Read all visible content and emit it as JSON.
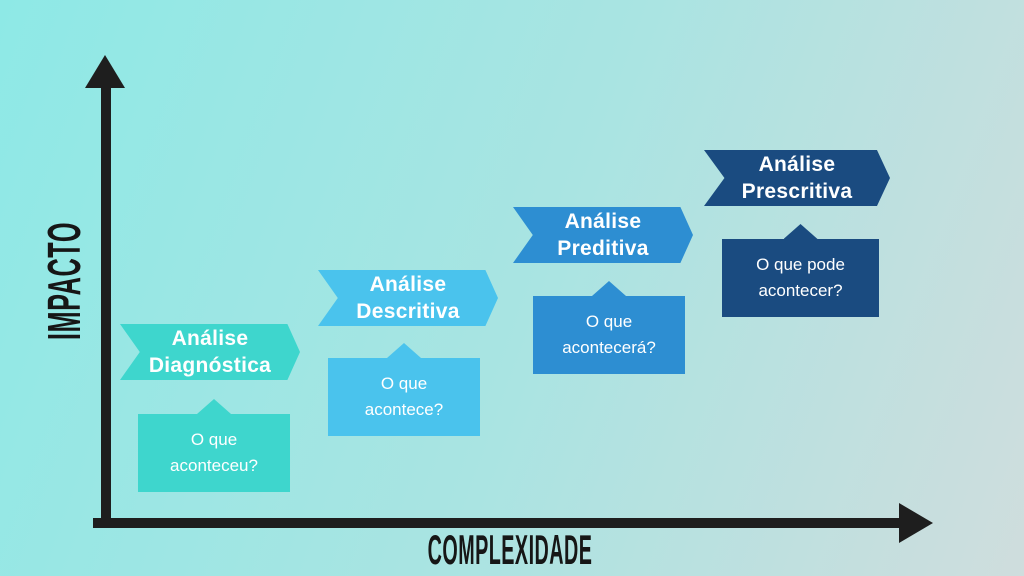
{
  "background": {
    "gradient_from": "#8ee9e6",
    "gradient_mid": "#a9e4e2",
    "gradient_to": "#cfdddd"
  },
  "axes": {
    "color": "#1e1e1e",
    "y_label": "IMPACTO",
    "x_label": "COMPLEXIDADE"
  },
  "stages": [
    {
      "id": "diagnostica",
      "color": "#3ed6cd",
      "banner": {
        "line1": "Análise",
        "line2": "Diagnóstica"
      },
      "bubble": {
        "line1": "O que",
        "line2": "aconteceu?"
      }
    },
    {
      "id": "descritiva",
      "color": "#4ac3ed",
      "banner": {
        "line1": "Análise",
        "line2": "Descritiva"
      },
      "bubble": {
        "line1": "O que",
        "line2": "acontece?"
      }
    },
    {
      "id": "preditiva",
      "color": "#2d8ed2",
      "banner": {
        "line1": "Análise",
        "line2": "Preditiva"
      },
      "bubble": {
        "line1": "O que",
        "line2": "acontecerá?"
      }
    },
    {
      "id": "prescritiva",
      "color": "#1a4b80",
      "banner": {
        "line1": "Análise",
        "line2": "Prescritiva"
      },
      "bubble": {
        "line1": "O que pode",
        "line2": "acontecer?"
      }
    }
  ]
}
